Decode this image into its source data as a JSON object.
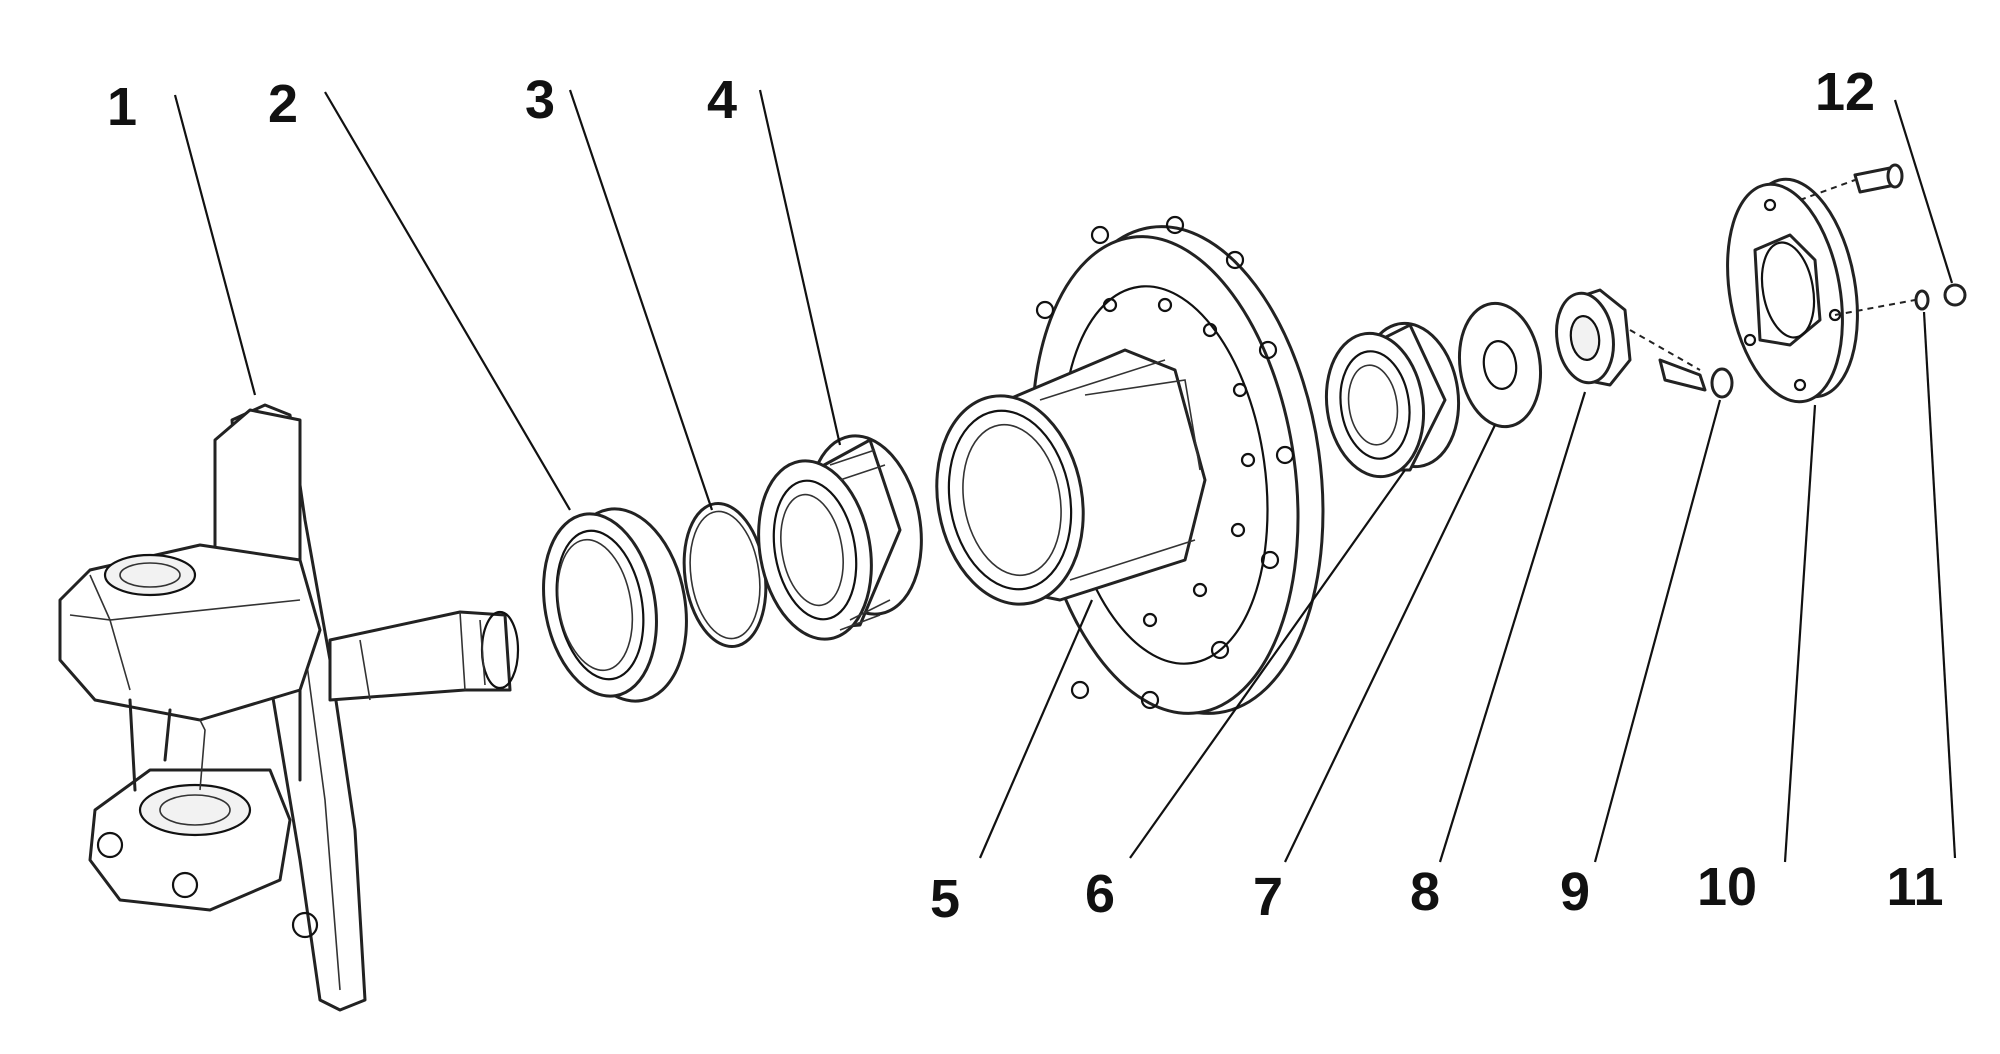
{
  "diagram": {
    "type": "exploded-parts-view",
    "parts": [
      {
        "id": "1",
        "label": "1",
        "component": "steering-knuckle"
      },
      {
        "id": "2",
        "label": "2",
        "component": "oil-seal"
      },
      {
        "id": "3",
        "label": "3",
        "component": "snap-ring"
      },
      {
        "id": "4",
        "label": "4",
        "component": "inner-bearing"
      },
      {
        "id": "5",
        "label": "5",
        "component": "wheel-hub"
      },
      {
        "id": "6",
        "label": "6",
        "component": "outer-bearing"
      },
      {
        "id": "7",
        "label": "7",
        "component": "thrust-washer"
      },
      {
        "id": "8",
        "label": "8",
        "component": "spindle-nut"
      },
      {
        "id": "9",
        "label": "9",
        "component": "lock-screw"
      },
      {
        "id": "10",
        "label": "10",
        "component": "hub-cap"
      },
      {
        "id": "11",
        "label": "11",
        "component": "washer"
      },
      {
        "id": "12",
        "label": "12",
        "component": "cap-bolt"
      }
    ],
    "colors": {
      "line": "#111111",
      "background": "#ffffff"
    }
  }
}
